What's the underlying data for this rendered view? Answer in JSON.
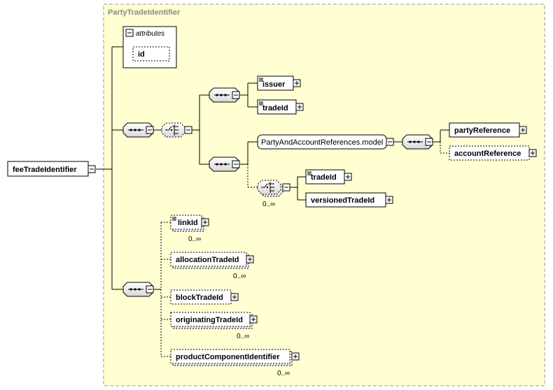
{
  "group_title": "PartyTradeIdentifier",
  "root": "feeTradeIdentifier",
  "attributes": {
    "header": "attributes",
    "items": [
      "id"
    ]
  },
  "elements": {
    "issuer": "issuer",
    "tradeId_top": "tradeId",
    "party_group": "PartyAndAccountReferences.model",
    "partyReference": "partyReference",
    "accountReference": "accountReference",
    "tradeId_inner": "tradeId",
    "versionedTradeId": "versionedTradeId",
    "linkId": "linkId",
    "allocationTradeId": "allocationTradeId",
    "blockTradeId": "blockTradeId",
    "originatingTradeId": "originatingTradeId",
    "productComponentIdentifier": "productComponentIdentifier"
  },
  "occurrences": {
    "inner_choice": "0..∞",
    "linkId": "0..∞",
    "allocationTradeId": "0..∞",
    "originatingTradeId": "0..∞",
    "productComponentIdentifier": "0..∞"
  },
  "colors": {
    "group_fill": "#ffffd2",
    "group_border": "#999999",
    "title": "#8a8a8a"
  }
}
